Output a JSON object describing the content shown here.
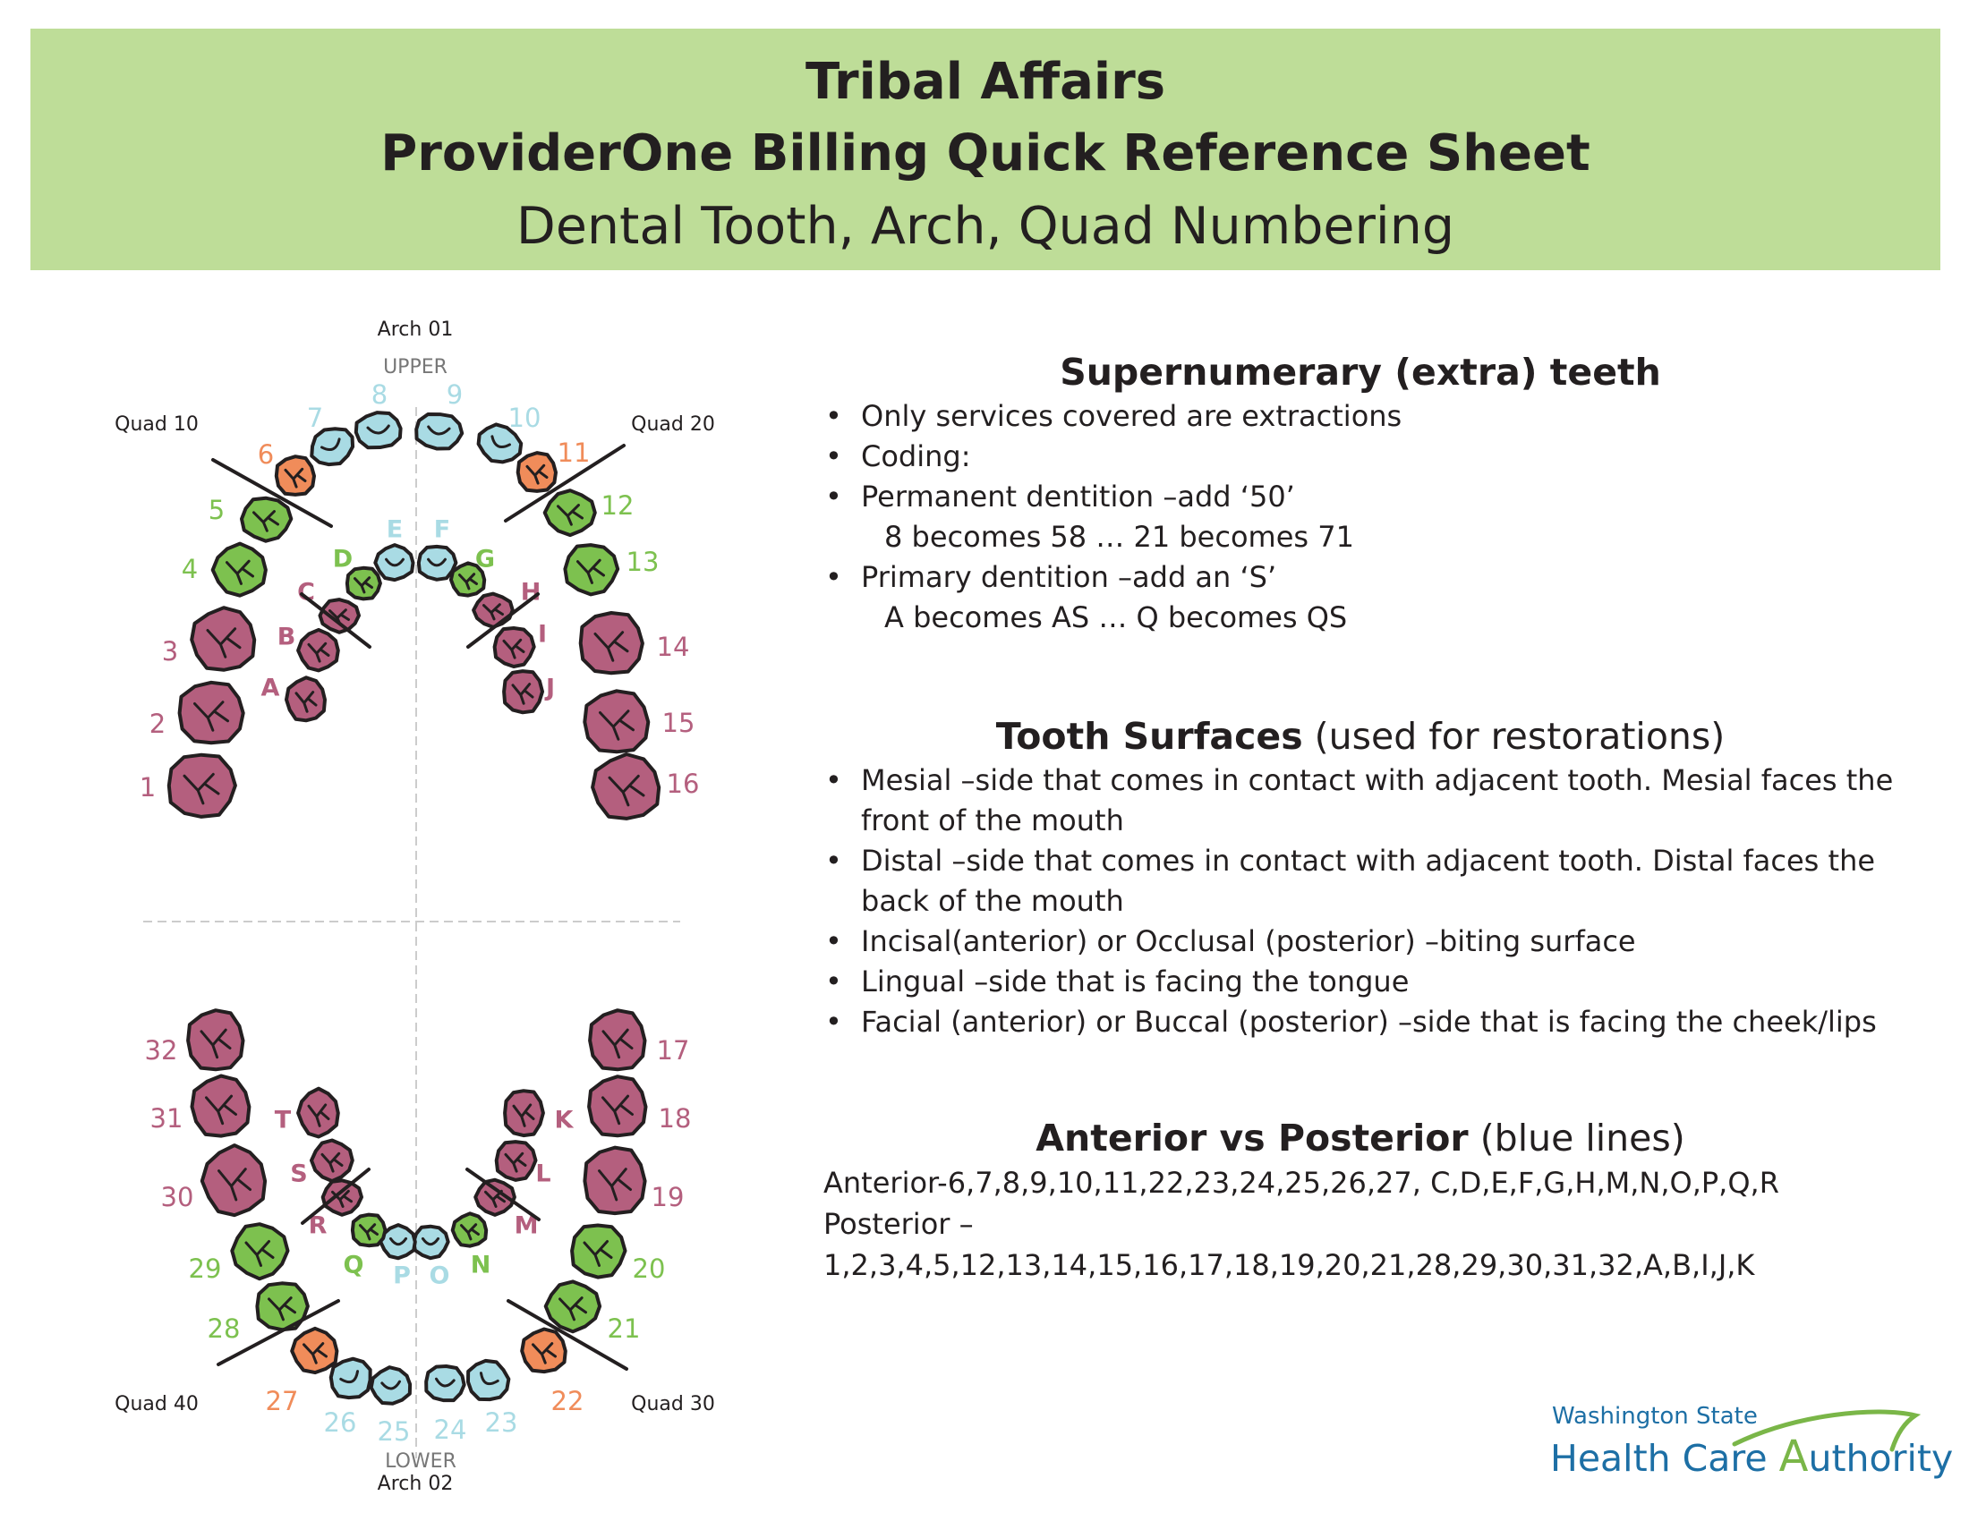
{
  "header": {
    "title_line1": "Tribal Affairs",
    "title_line2": "ProviderOne Billing Quick Reference Sheet",
    "title_line3": "Dental Tooth, Arch, Quad Numbering"
  },
  "chart": {
    "arch_upper_label": "Arch 01",
    "arch_upper_sub": "UPPER",
    "arch_lower_label": "Arch 02",
    "arch_lower_sub": "LOWER",
    "quads": [
      "Quad 10",
      "Quad 20",
      "Quad 30",
      "Quad 40"
    ],
    "colors": {
      "incisor": "#a9dbe4",
      "canine": "#f08c5a",
      "premolar": "#7dc14f",
      "molar": "#b45f7e",
      "primary_label": "#b45f7e"
    },
    "permanent_teeth": [
      "1",
      "2",
      "3",
      "4",
      "5",
      "6",
      "7",
      "8",
      "9",
      "10",
      "11",
      "12",
      "13",
      "14",
      "15",
      "16",
      "17",
      "18",
      "19",
      "20",
      "21",
      "22",
      "23",
      "24",
      "25",
      "26",
      "27",
      "28",
      "29",
      "30",
      "31",
      "32"
    ],
    "primary_teeth": [
      "A",
      "B",
      "C",
      "D",
      "E",
      "F",
      "G",
      "H",
      "I",
      "J",
      "K",
      "L",
      "M",
      "N",
      "O",
      "P",
      "Q",
      "R",
      "S",
      "T"
    ]
  },
  "supernumerary": {
    "title": "Supernumerary (extra) teeth",
    "bullets": [
      "Only services covered are extractions",
      "Coding:",
      "Permanent dentition –add ‘50’",
      "Primary dentition –add an ‘S’"
    ],
    "perm_example": "8 becomes 58 … 21 becomes 71",
    "prim_example": "A becomes AS … Q becomes QS"
  },
  "surfaces": {
    "title_bold": "Tooth Surfaces",
    "title_rest": " (used for restorations)",
    "bullets": [
      "Mesial –side that comes in contact with adjacent tooth. Mesial faces the front of the mouth",
      "Distal –side that comes in contact with adjacent tooth. Distal faces the back of the mouth",
      "Incisal(anterior) or Occlusal (posterior) –biting surface",
      "Lingual –side that is facing the tongue",
      "Facial (anterior) or Buccal (posterior) –side that is facing the cheek/lips"
    ]
  },
  "anterior": {
    "title_bold": "Anterior vs Posterior",
    "title_rest": " (blue lines)",
    "anterior_line": "Anterior-6,7,8,9,10,11,22,23,24,25,26,27, C,D,E,F,G,H,M,N,O,P,Q,R",
    "posterior_line": "Posterior –1,2,3,4,5,12,13,14,15,16,17,18,19,20,21,28,29,30,31,32,A,B,I,J,K"
  },
  "logo": {
    "line1": "Washington State",
    "line2a": "Health Care ",
    "line2b": "A",
    "line2c": "uthority"
  }
}
